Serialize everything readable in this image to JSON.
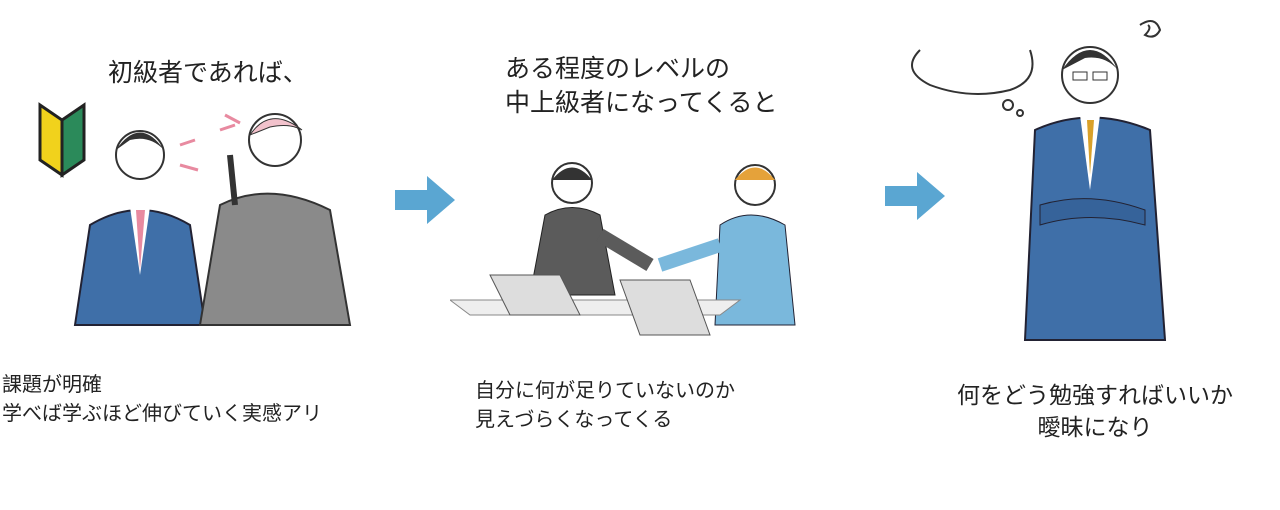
{
  "stage1": {
    "heading": "初級者であれば、",
    "caption_lines": [
      "課題が明確",
      "学べば学ぶほど伸びていく実感アリ"
    ]
  },
  "stage2": {
    "heading_lines": [
      "ある程度のレベルの",
      "中上級者になってくると"
    ],
    "caption_lines": [
      "自分に何が足りていないのか",
      "見えづらくなってくる"
    ]
  },
  "stage3": {
    "caption_lines": [
      "何をどう勉強すればいいか",
      "曖昧になり"
    ]
  },
  "colors": {
    "arrow": "#5aa6d2",
    "suit_blue": "#3f6fa8",
    "suit_gray": "#8a8a8a"
  }
}
